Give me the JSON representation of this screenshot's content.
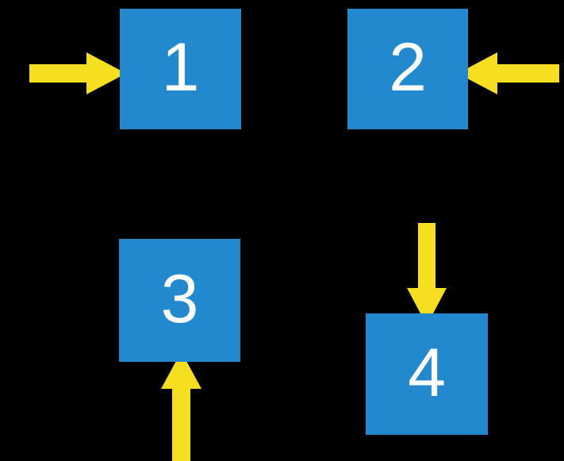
{
  "diagram": {
    "title": "Four blue blocks with yellow directional arrows",
    "background_color": "#000000",
    "node_color": "#2389ce",
    "node_label_color": "#ffffff",
    "arrow_color": "#f5df20",
    "nodes": [
      {
        "id": "node-1",
        "label": "1"
      },
      {
        "id": "node-2",
        "label": "2"
      },
      {
        "id": "node-3",
        "label": "3"
      },
      {
        "id": "node-4",
        "label": "4"
      }
    ],
    "arrows": [
      {
        "id": "arrow-into-1",
        "direction": "right",
        "target": "1"
      },
      {
        "id": "arrow-into-2",
        "direction": "left",
        "target": "2"
      },
      {
        "id": "arrow-into-3",
        "direction": "up",
        "target": "3"
      },
      {
        "id": "arrow-into-4",
        "direction": "down",
        "target": "4"
      }
    ]
  }
}
